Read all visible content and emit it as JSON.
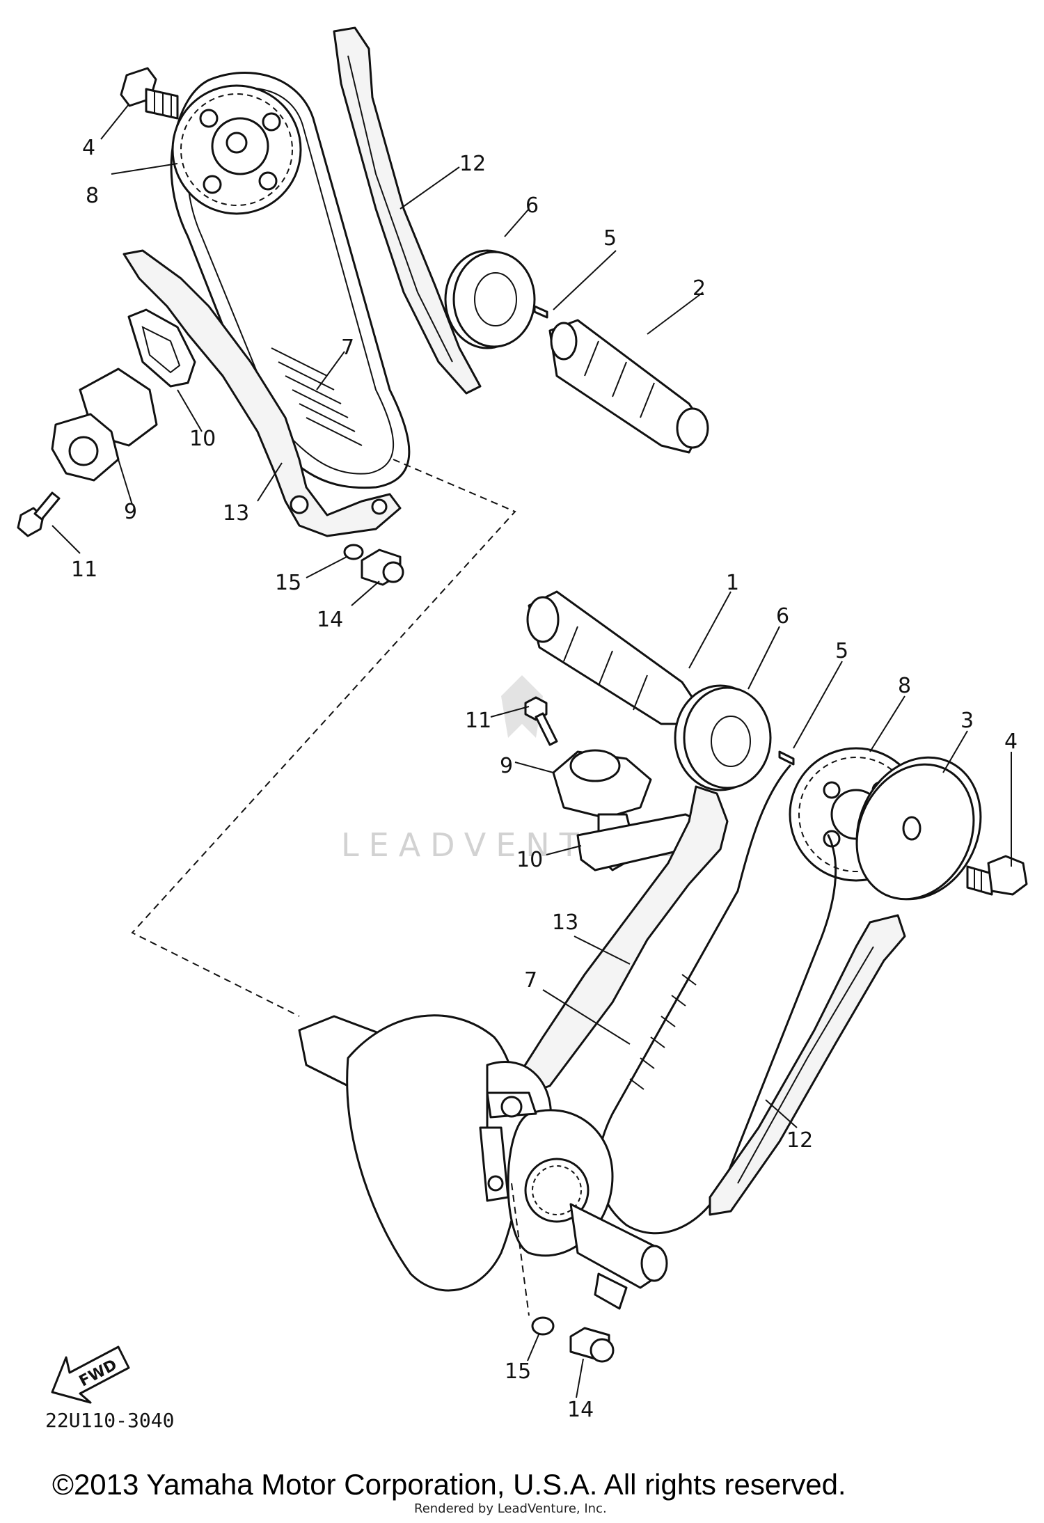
{
  "watermark_text": "LEADVENTURE",
  "diagram_code": "22U110-3040",
  "fwd_label": "FWD",
  "copyright": "©2013 Yamaha Motor Corporation, U.S.A. All rights reserved.",
  "rendered_by": "Rendered by LeadVenture, Inc.",
  "callouts": {
    "upper": {
      "c4": "4",
      "c8": "8",
      "c12": "12",
      "c6": "6",
      "c5": "5",
      "c2": "2",
      "c7": "7",
      "c10": "10",
      "c9": "9",
      "c11": "11",
      "c13": "13",
      "c15": "15",
      "c14": "14"
    },
    "lower": {
      "c1": "1",
      "c6": "6",
      "c5": "5",
      "c8": "8",
      "c3": "3",
      "c4": "4",
      "c11": "11",
      "c9": "9",
      "c10": "10",
      "c13": "13",
      "c7": "7",
      "c12": "12",
      "c15": "15",
      "c14": "14"
    }
  }
}
